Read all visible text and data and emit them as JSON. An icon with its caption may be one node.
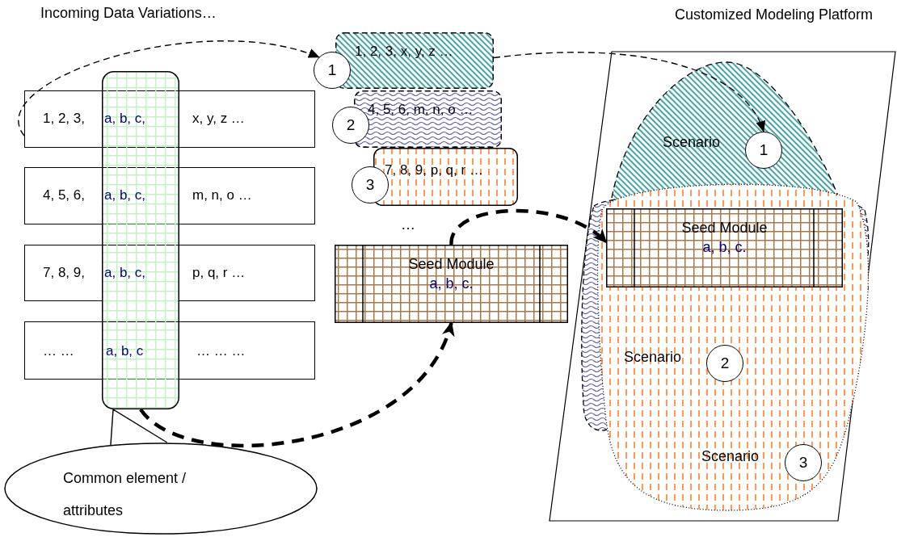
{
  "diagram": {
    "nodes": [
      {
        "text": [
          "1, 2, 3,",
          "a, b, c,",
          "x, y, z …"
        ]
      },
      {
        "text": [
          "4, 5, 6,",
          "a, b, c,",
          "m, n, o …"
        ]
      },
      {
        "text": [
          "7, 8, 9,",
          "a, b, c,",
          "p, q, r …"
        ]
      },
      {
        "text": [
          "… …",
          "a, b, c",
          "… … …"
        ]
      },
      {
        "text": [],
        "shape": "box"
      },
      {
        "text": [
          "Common element / attributes"
        ]
      },
      {
        "text": [
          "1, 2, 3, x, y, z …"
        ]
      },
      {
        "text": [
          "1"
        ]
      },
      {
        "text": [
          "4, 5, 6, m, n, o …"
        ]
      },
      {
        "text": [
          "2"
        ]
      },
      {
        "text": [
          "7, 8, 9, p, q, r …"
        ]
      },
      {
        "text": [
          "3"
        ]
      },
      {
        "text": [
          "Seed Module",
          "a, b, c."
        ]
      },
      {
        "text": [
          "Customized Modeling Platform"
        ]
      },
      {
        "text": [
          "Scenario"
        ],
        "in": 13
      },
      {
        "text": [
          "1"
        ],
        "in": 14
      },
      {
        "text": [
          "Scenario",
          "Scenario"
        ],
        "in": 13
      },
      {
        "text": [
          "Seed Module",
          "a, b, c."
        ],
        "in": 16
      },
      {
        "text": [
          "2"
        ],
        "in": 16
      },
      {
        "text": [
          "3"
        ],
        "in": 16
      }
    ],
    "edges": [
      {
        "from": 0,
        "to": 7,
        "arrow": "to",
        "style": "dashed"
      },
      {
        "from": 6,
        "to": 15,
        "arrow": "to",
        "style": "dashed"
      },
      {
        "from": 4,
        "to": 12,
        "arrow": "to",
        "style": "dashed"
      },
      {
        "from": 12,
        "to": 17,
        "arrow": "to",
        "style": "dashed"
      },
      {
        "from": 5,
        "to": 4,
        "arrow": "none"
      }
    ],
    "labels": [
      "Incoming Data Variations…",
      "…"
    ]
  }
}
